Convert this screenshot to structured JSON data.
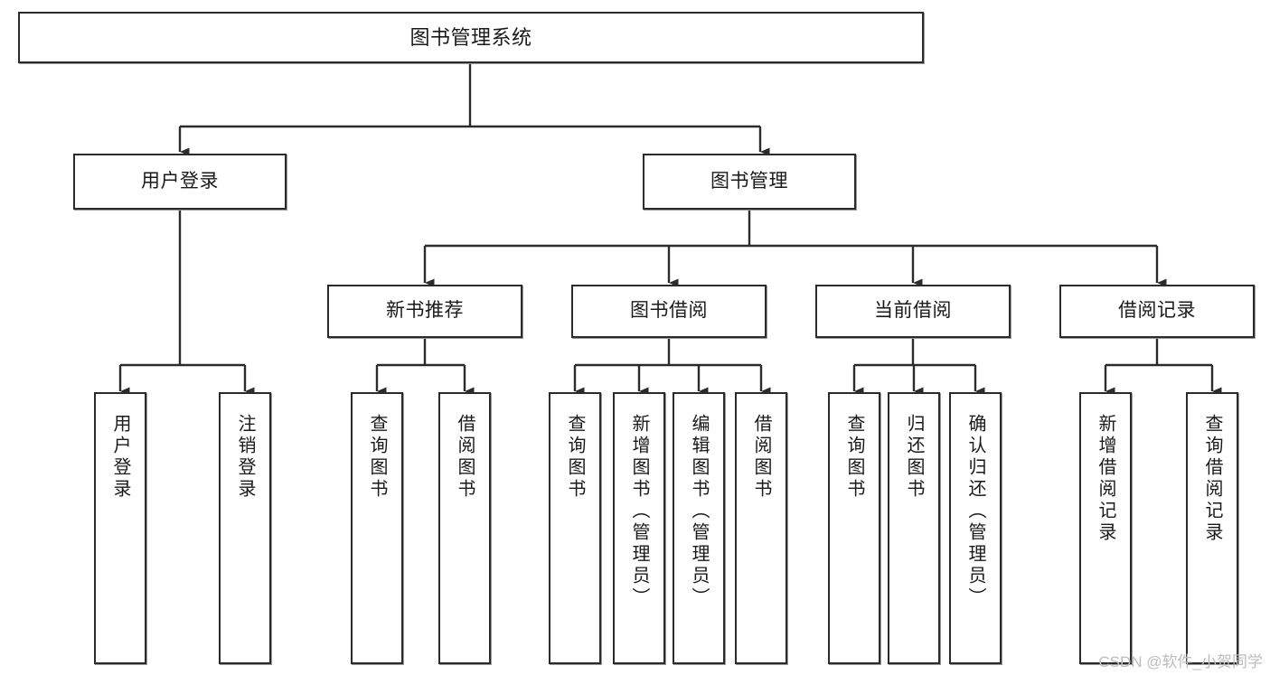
{
  "diagram": {
    "title": "图书管理系统",
    "type": "tree-hierarchy",
    "root": {
      "id": "root",
      "label": "图书管理系统"
    },
    "level2": [
      {
        "id": "user-login",
        "label": "用户登录"
      },
      {
        "id": "book-manage",
        "label": "图书管理"
      }
    ],
    "level3": [
      {
        "id": "new-book-rec",
        "label": "新书推荐"
      },
      {
        "id": "book-borrow",
        "label": "图书借阅"
      },
      {
        "id": "current-borrow",
        "label": "当前借阅"
      },
      {
        "id": "borrow-record",
        "label": "借阅记录"
      }
    ],
    "leaves": {
      "user_login": [
        {
          "id": "leaf-user-login",
          "label": "用户登录"
        },
        {
          "id": "leaf-logout",
          "label": "注销登录"
        }
      ],
      "new_book_rec": [
        {
          "id": "leaf-query-book-1",
          "label": "查询图书"
        },
        {
          "id": "leaf-borrow-book-1",
          "label": "借阅图书"
        }
      ],
      "book_borrow": [
        {
          "id": "leaf-query-book-2",
          "label": "查询图书"
        },
        {
          "id": "leaf-add-book",
          "label": "新增图书（管理员）"
        },
        {
          "id": "leaf-edit-book",
          "label": "编辑图书（管理员）"
        },
        {
          "id": "leaf-borrow-book-2",
          "label": "借阅图书"
        }
      ],
      "current_borrow": [
        {
          "id": "leaf-query-book-3",
          "label": "查询图书"
        },
        {
          "id": "leaf-return-book",
          "label": "归还图书"
        },
        {
          "id": "leaf-confirm-return",
          "label": "确认归还（管理员）"
        }
      ],
      "borrow_record": [
        {
          "id": "leaf-add-record",
          "label": "新增借阅记录"
        },
        {
          "id": "leaf-query-record",
          "label": "查询借阅记录"
        }
      ]
    }
  },
  "watermark": {
    "text": "CSDN @软件_小贺同学"
  },
  "colors": {
    "box_border": "#2b2b2b",
    "box_fill": "#ffffff",
    "connector": "#2b2b2b",
    "text": "#1a1a1a",
    "watermark": "#bdbdbd",
    "background": "#ffffff"
  }
}
